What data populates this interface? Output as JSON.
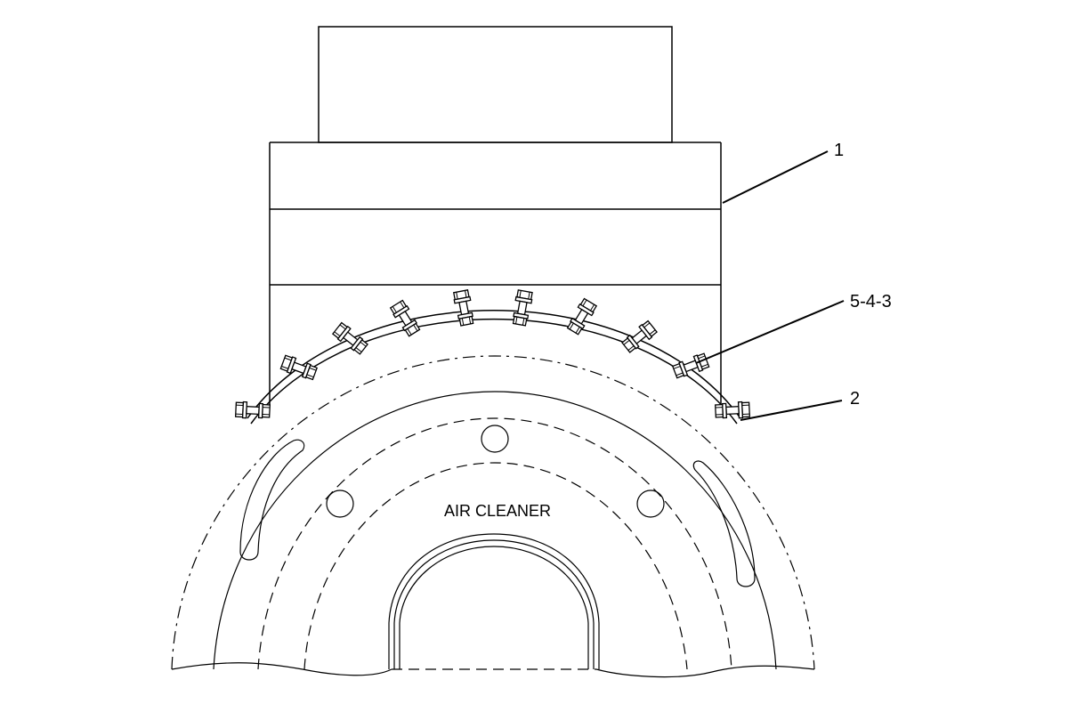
{
  "diagram": {
    "center_label": "AIR CLEANER",
    "callouts": [
      {
        "id": "1",
        "text": "1"
      },
      {
        "id": "543",
        "text": "5-4-3"
      },
      {
        "id": "2",
        "text": "2"
      }
    ],
    "colors": {
      "line": "#000000",
      "background": "#ffffff"
    }
  }
}
